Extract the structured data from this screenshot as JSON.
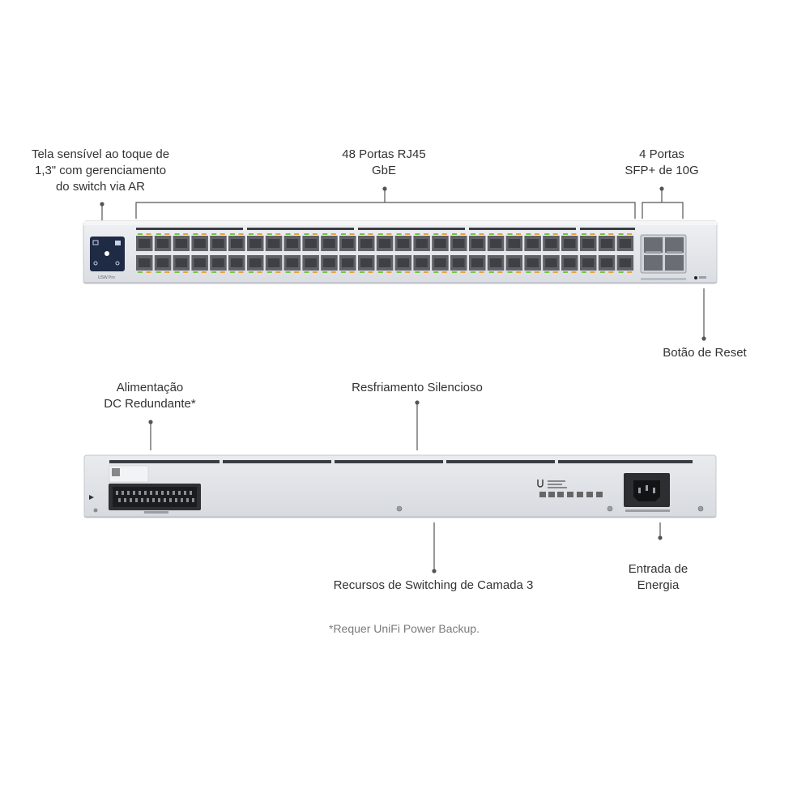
{
  "callouts": {
    "touchscreen": [
      "Tela sensível ao toque de",
      "1,3\" com gerenciamento",
      "do switch via AR"
    ],
    "rj45": [
      "48 Portas RJ45",
      "GbE"
    ],
    "sfp": [
      "4 Portas",
      "SFP+ de 10G"
    ],
    "reset": [
      "Botão de Reset"
    ],
    "dc_power": [
      "Alimentação",
      "DC Redundante*"
    ],
    "cooling": [
      "Resfriamento Silencioso"
    ],
    "layer3": [
      "Recursos de Switching de Camada 3"
    ],
    "power_input": [
      "Entrada de",
      "Energia"
    ]
  },
  "footnote": "*Requer UniFi Power Backup.",
  "colors": {
    "text": "#333333",
    "chassis": "#e4e6ea",
    "port": "#5f6166",
    "led_green": "#7ac142",
    "led_amber": "#e8a33a",
    "screen": "#1f2a44",
    "leader": "#555555"
  },
  "icons": [
    "touchscreen-icon",
    "rj45-port-icon",
    "sfp-port-icon",
    "reset-button-icon",
    "dc-connector-icon",
    "iec-power-inlet-icon",
    "ubiquiti-logo-icon"
  ]
}
